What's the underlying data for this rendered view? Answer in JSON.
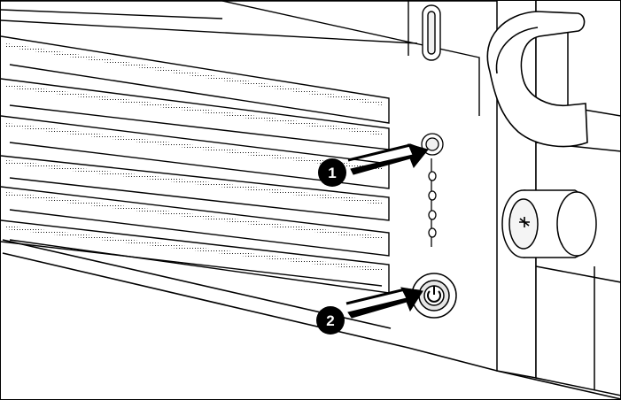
{
  "diagram": {
    "callouts": [
      {
        "number": "1",
        "target": "uid-led"
      },
      {
        "number": "2",
        "target": "power-button"
      }
    ],
    "colors": {
      "line": "#000000",
      "background": "#ffffff",
      "bezel_shade": "#f4f4f4"
    }
  }
}
